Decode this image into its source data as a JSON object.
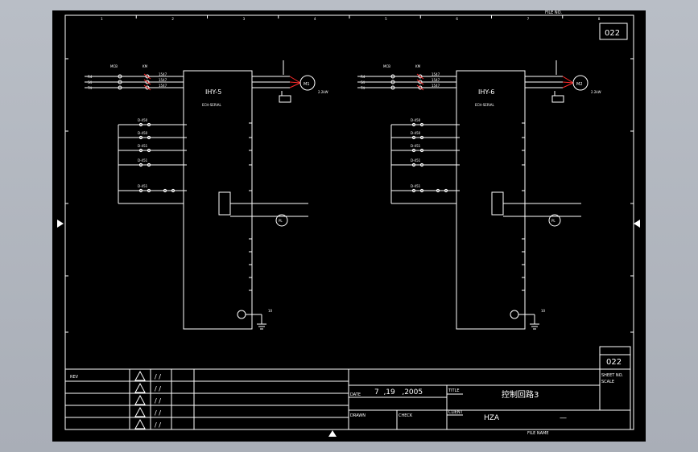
{
  "drawing": {
    "sheet_no": "022",
    "zone_columns": [
      "1",
      "2",
      "3",
      "4",
      "5",
      "6",
      "7",
      "8"
    ],
    "top_caption": "FILE NO.",
    "bottom_caption": "FILE NAME"
  },
  "circuits": [
    {
      "inverter": "IHY-5",
      "inverter_sub": "ECH-SERIAL",
      "motor_label": "M1",
      "motor_note": "2.2kW",
      "supply_lines": [
        "R4",
        "S4",
        "T4"
      ],
      "breaker": "MCB",
      "contactor": "KM",
      "wire_labels": [
        "1547",
        "1547",
        "1547"
      ],
      "inputs": [
        "D-450",
        "D-450",
        "D-451",
        "D-451",
        "D-451"
      ],
      "pilot": "PL",
      "gnd": "10"
    },
    {
      "inverter": "IHY-6",
      "inverter_sub": "ECH-SERIAL",
      "motor_label": "M2",
      "motor_note": "2.2kW",
      "supply_lines": [
        "R4",
        "S4",
        "T4"
      ],
      "breaker": "MCB",
      "contactor": "KM",
      "wire_labels": [
        "1547",
        "1547",
        "1547"
      ],
      "inputs": [
        "D-450",
        "D-450",
        "D-451",
        "D-451",
        "D-451"
      ],
      "pilot": "PL",
      "gnd": "10"
    }
  ],
  "title_block": {
    "revision_label": "REV",
    "date_label": "DATE",
    "date_value": "7  ,19   ,2005",
    "title_label": "TITLE",
    "title_value": "控制回路3",
    "drawn_label": "DRAWN",
    "check_label": "CHECK",
    "client_label": "CLIENT",
    "client_value": "HZA",
    "dash": "—",
    "sheet_label": "SHEET NO.",
    "scale_label": "SCALE",
    "rev_marks": [
      "/ /",
      "/ /",
      "/ /",
      "/ /",
      "/ /"
    ]
  },
  "colors": {
    "line": "#ffffff",
    "highlight": "#ff2a2a",
    "background": "#000000"
  }
}
